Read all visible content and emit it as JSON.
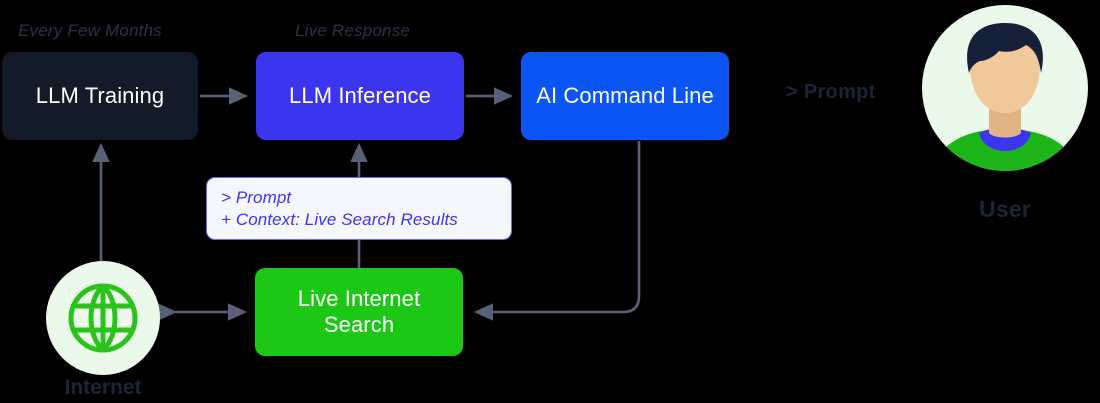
{
  "diagram": {
    "title": "LLM live-search command line flow",
    "captions": {
      "training": "Every Few Months",
      "inference": "Live Response"
    },
    "nodes": {
      "training": {
        "label": "LLM Training",
        "color": "#131A28"
      },
      "inference": {
        "label": "LLM Inference",
        "color": "#3B35EE"
      },
      "cli": {
        "label": "AI Command Line",
        "color": "#0C55F5"
      },
      "search": {
        "label": "Live Internet Search",
        "color": "#1DC715"
      }
    },
    "prompt_label": "> Prompt",
    "callout": {
      "line1": "> Prompt",
      "line2": "+ Context: Live Search Results",
      "text_color": "#3B35EE",
      "background": "#F6F6FF",
      "border_color": "#6E68F0"
    },
    "globe": {
      "label": "Internet",
      "icon": "globe-icon",
      "icon_color": "#2BC21C",
      "badge_color": "#EAF9E9"
    },
    "user": {
      "label": "User",
      "icon": "user-avatar-icon",
      "badge_color": "#EAF9E9",
      "hair_color": "#17203A",
      "skin_color": "#F0C99B",
      "shirt_color": "#1DB51A",
      "collar_color": "#3B35EE"
    },
    "connectors": [
      {
        "name": "training-to-inference",
        "from": "LLM Training",
        "to": "LLM Inference",
        "style": "arrow-right"
      },
      {
        "name": "inference-to-cli",
        "from": "LLM Inference",
        "to": "AI Command Line",
        "style": "arrow-right"
      },
      {
        "name": "internet-to-training",
        "from": "Internet",
        "to": "LLM Training",
        "style": "arrow-up"
      },
      {
        "name": "search-to-inference",
        "from": "Live Internet Search",
        "to": "LLM Inference",
        "style": "arrow-up-through-callout"
      },
      {
        "name": "internet-search-exchange",
        "from": "Internet",
        "to": "Live Internet Search",
        "style": "double-arrow-horizontal"
      },
      {
        "name": "cli-to-search",
        "from": "AI Command Line",
        "to": "Live Internet Search",
        "style": "elbow-arrow-left"
      }
    ],
    "line_color": "#5A6075"
  }
}
